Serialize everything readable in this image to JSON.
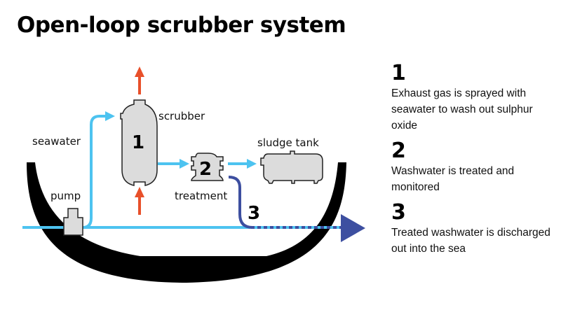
{
  "title": "Open-loop scrubber system",
  "colors": {
    "seawater": "#4dc3f0",
    "exhaust": "#e8502a",
    "discharge": "#3d4fa0",
    "equipment_fill": "#dcdcdc",
    "hull": "#000000"
  },
  "diagram": {
    "labels": {
      "seawater": "seawater",
      "scrubber": "scrubber",
      "pump": "pump",
      "treatment": "treatment",
      "sludge_tank": "sludge tank"
    },
    "markers": {
      "scrubber": "1",
      "treatment": "2",
      "discharge": "3"
    }
  },
  "legend": [
    {
      "number": "1",
      "text": "Exhaust gas is sprayed with seawater to wash out sulphur oxide"
    },
    {
      "number": "2",
      "text": "Washwater is treated and monitored"
    },
    {
      "number": "3",
      "text": "Treated washwater is discharged out into the sea"
    }
  ]
}
